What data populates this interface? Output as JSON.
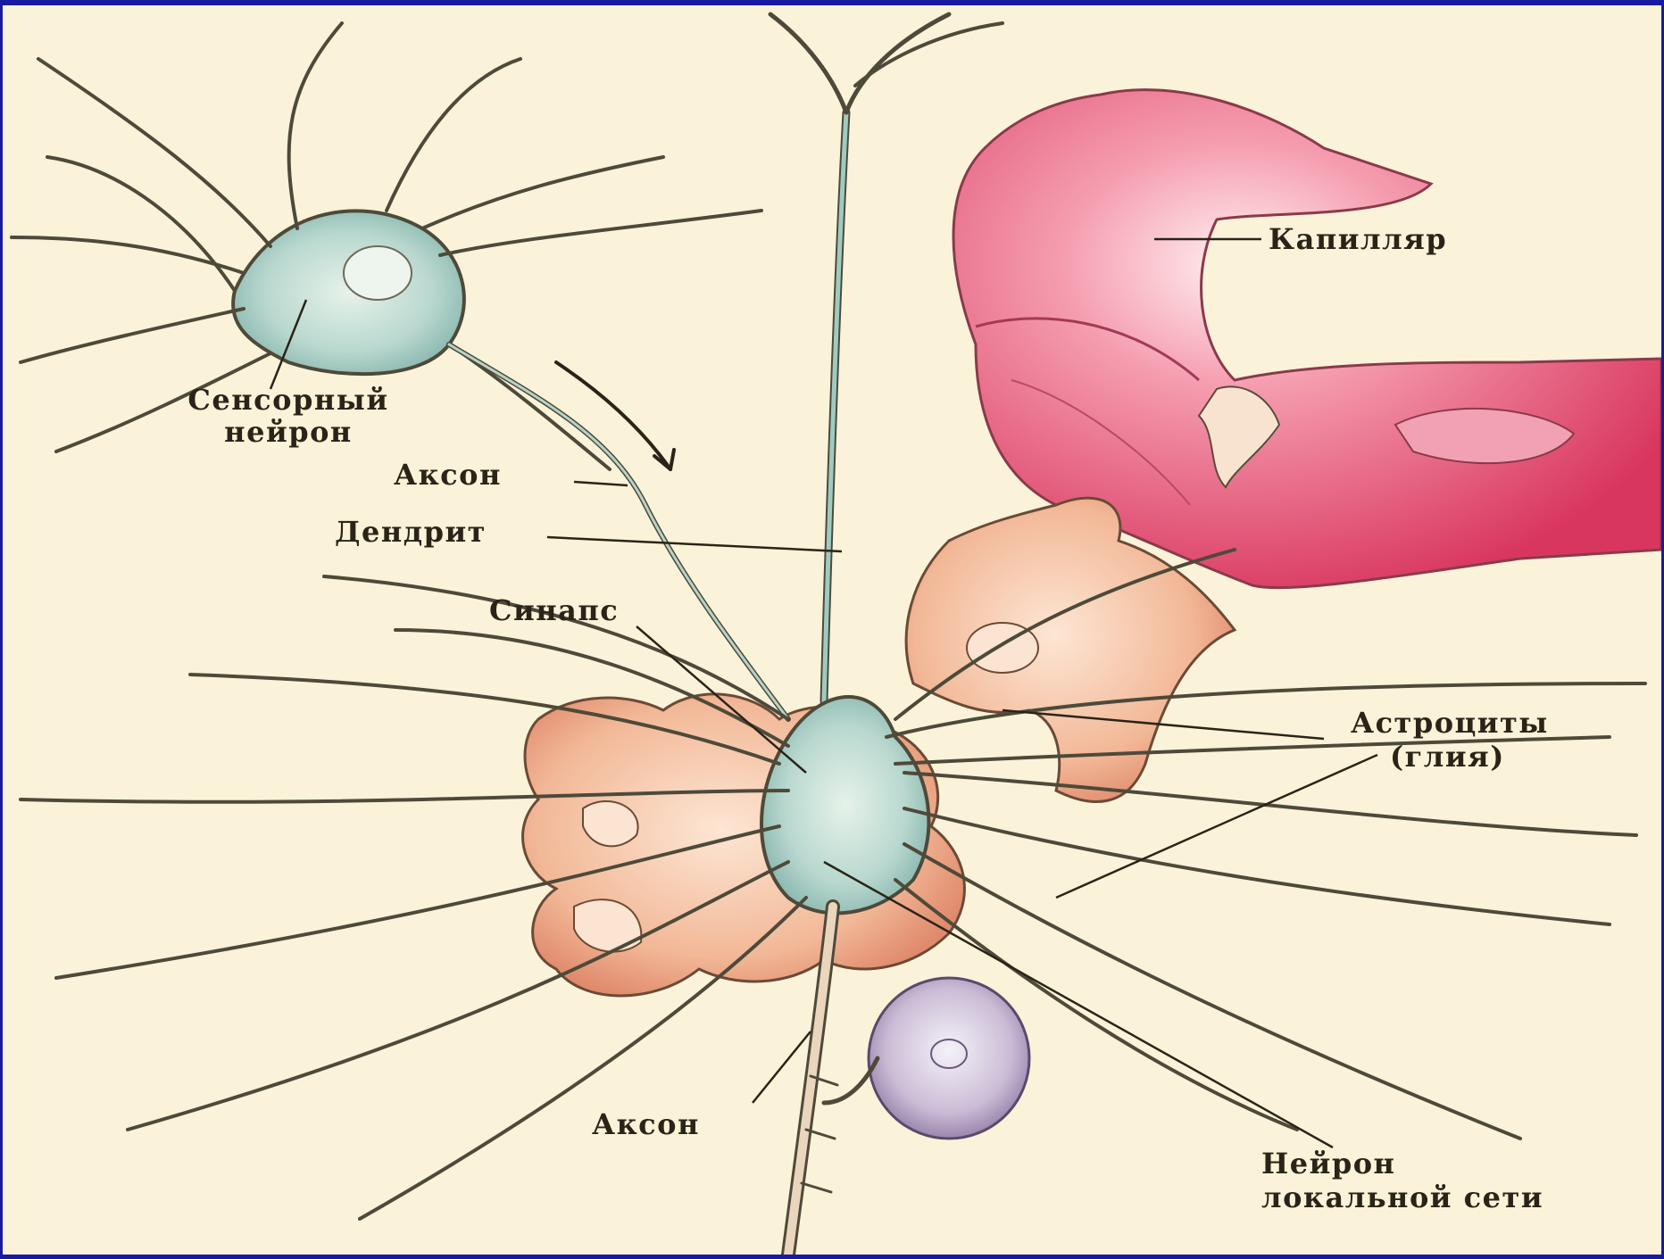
{
  "labels": {
    "capillary": "Капилляр",
    "sensory_neuron_1": "Сенсорный",
    "sensory_neuron_2": "нейрон",
    "axon_top": "Аксон",
    "dendrite": "Дендрит",
    "synapse": "Синапс",
    "astrocytes_1": "Астроциты",
    "astrocytes_2": "(глия)",
    "axon_bottom": "Аксон",
    "local_neuron_1": "Нейрон",
    "local_neuron_2": "локальной сети"
  },
  "colors": {
    "frame_border": "#1a1aa0",
    "background": "#fbf3d9",
    "neuron_fill": "#bcd9cc",
    "neuron_stroke": "#4e4a3a",
    "capillary_fill": "#e35a7a",
    "astrocyte_fill": "#f3c7a4",
    "label_text": "#2a2418"
  }
}
